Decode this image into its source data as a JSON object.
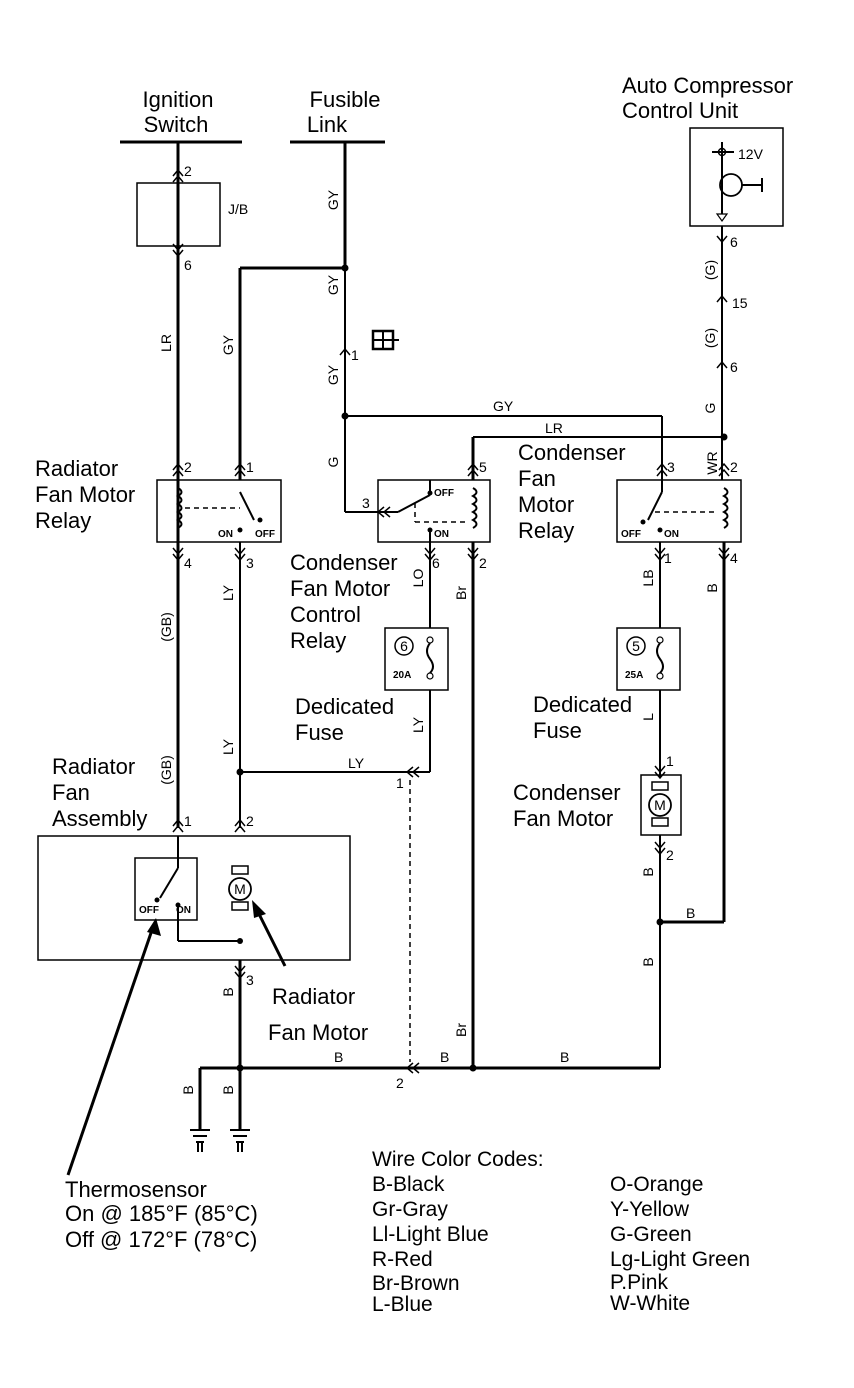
{
  "components": {
    "ignition_switch": [
      "Ignition",
      "Switch"
    ],
    "fusible_link": [
      "Fusible",
      "Link"
    ],
    "compressor_unit": [
      "Auto Compressor",
      "Control Unit"
    ],
    "compressor_voltage": "12V",
    "junction_block": "J/B",
    "radiator_relay": [
      "Radiator",
      "Fan Motor",
      "Relay"
    ],
    "condenser_relay": [
      "Condenser",
      "Fan",
      "Motor",
      "Relay"
    ],
    "control_relay": [
      "Condenser",
      "Fan Motor",
      "Control",
      "Relay"
    ],
    "dedicated_fuse_left": [
      "Dedicated",
      "Fuse"
    ],
    "dedicated_fuse_right": [
      "Dedicated",
      "Fuse"
    ],
    "fuse_left": {
      "number": "6",
      "rating": "20A"
    },
    "fuse_right": {
      "number": "5",
      "rating": "25A"
    },
    "radiator_fan_assembly": [
      "Radiator",
      "Fan",
      "Assembly"
    ],
    "radiator_fan_motor": [
      "Radiator",
      "Fan Motor"
    ],
    "condenser_fan_motor": [
      "Condenser",
      "Fan Motor"
    ],
    "motor_symbol": "M",
    "thermosensor": [
      "Thermosensor",
      "On @ 185°F (85°C)",
      "Off @ 172°F (78°C)"
    ]
  },
  "switch_labels": {
    "on": "ON",
    "off": "OFF"
  },
  "pins": {
    "ign_2": "2",
    "ign_6": "6",
    "rr_2": "2",
    "rr_1": "1",
    "rr_4": "4",
    "rr_3": "3",
    "fl_1": "1",
    "cr_3": "3",
    "cr_5": "5",
    "cr_6": "6",
    "cr_2": "2",
    "comp_6a": "6",
    "comp_15": "15",
    "comp_6b": "6",
    "cfr_3": "3",
    "cfr_2": "2",
    "cfr_1": "1",
    "cfr_4": "4",
    "cfm_1": "1",
    "cfm_2": "2",
    "rfa_1": "1",
    "rfa_2": "2",
    "rfa_3": "3",
    "conn_1": "1",
    "conn_2": "2"
  },
  "wires": {
    "gy": "GY",
    "lr": "LR",
    "g": "G",
    "gb": "(GB)",
    "ly": "LY",
    "lo": "LO",
    "br": "Br",
    "lb": "LB",
    "b": "B",
    "l": "L",
    "paren_g": "(G)",
    "wr": "WR"
  },
  "legend": {
    "title": "Wire Color Codes:",
    "left": [
      "B-Black",
      "Gr-Gray",
      "Ll-Light Blue",
      "R-Red",
      "Br-Brown",
      "L-Blue"
    ],
    "right": [
      "O-Orange",
      "Y-Yellow",
      "G-Green",
      "Lg-Light Green",
      "P.Pink",
      "W-White"
    ]
  }
}
